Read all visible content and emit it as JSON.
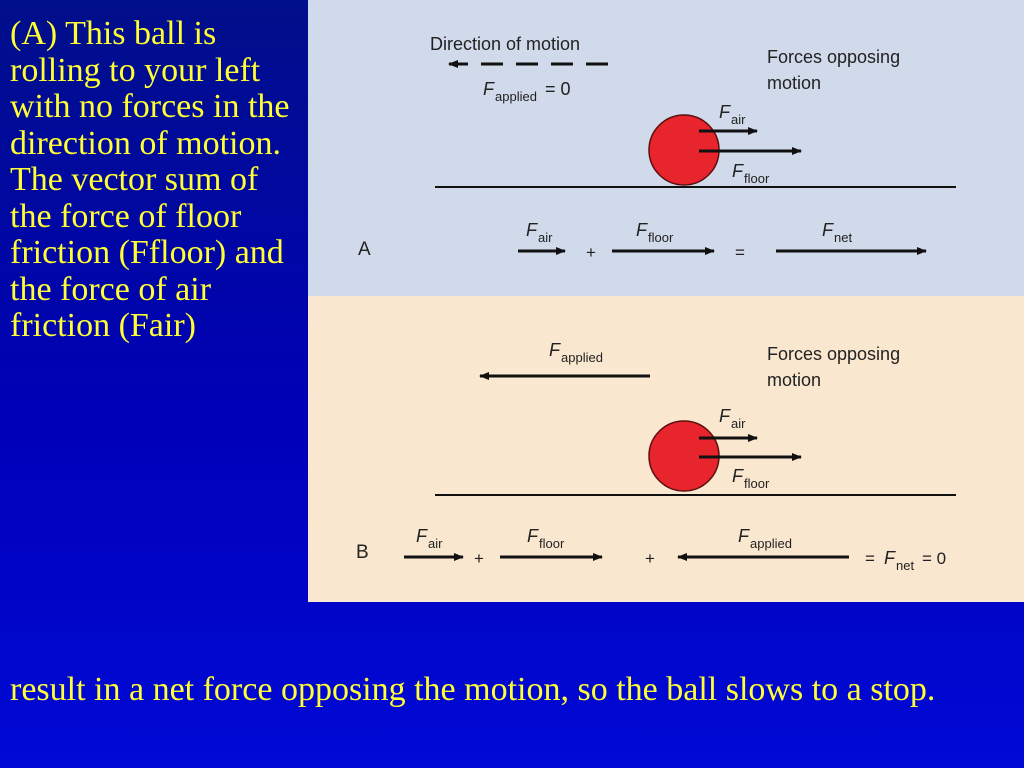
{
  "text": {
    "left_paragraph": "(A) This ball is rolling to your left with no forces in the direction of motion. The vector sum of the force of floor friction (Ffloor) and the force of air friction (Fair)",
    "bottom_paragraph": "result in a net force opposing the motion, so the ball slows to a stop."
  },
  "colors": {
    "slide_background": "#0000b8",
    "slide_text": "#ffff33",
    "panel_a_background": "#d0daea",
    "panel_b_background": "#fae7cf",
    "ball": "#e8242c",
    "ink": "#111111"
  },
  "figure": {
    "panel_a": {
      "letter": "A",
      "direction_of_motion": "Direction of motion",
      "f_applied_symbol": "F",
      "f_applied_sub": "applied",
      "f_applied_value": "= 0",
      "opposing_line1": "Forces opposing",
      "opposing_line2": "motion",
      "f_air_symbol": "F",
      "f_air_sub": "air",
      "f_floor_symbol": "F",
      "f_floor_sub": "floor",
      "eq_air_symbol": "F",
      "eq_air_sub": "air",
      "eq_plus": "+",
      "eq_floor_symbol": "F",
      "eq_floor_sub": "floor",
      "eq_equals": "=",
      "eq_net_symbol": "F",
      "eq_net_sub": "net"
    },
    "panel_b": {
      "letter": "B",
      "f_applied_symbol": "F",
      "f_applied_sub": "applied",
      "opposing_line1": "Forces opposing",
      "opposing_line2": "motion",
      "f_air_symbol": "F",
      "f_air_sub": "air",
      "f_floor_symbol": "F",
      "f_floor_sub": "floor",
      "eq_air_symbol": "F",
      "eq_air_sub": "air",
      "eq_plus1": "+",
      "eq_floor_symbol": "F",
      "eq_floor_sub": "floor",
      "eq_plus2": "+",
      "eq_applied_symbol": "F",
      "eq_applied_sub": "applied",
      "eq_result_prefix": "=",
      "eq_net_symbol": "F",
      "eq_net_sub": "net",
      "eq_result_value": "= 0"
    }
  }
}
